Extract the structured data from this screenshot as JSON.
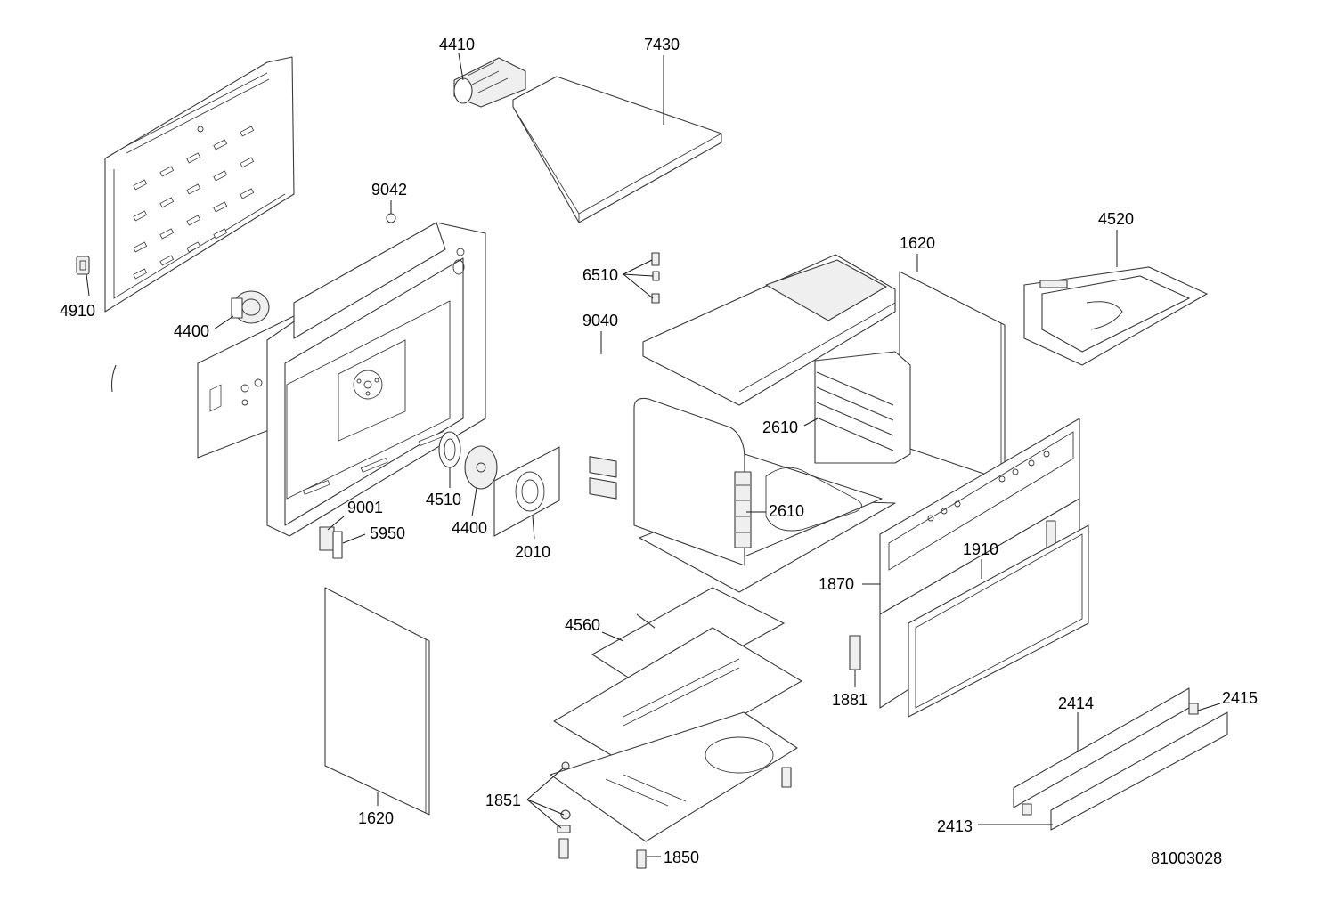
{
  "drawing": {
    "document_number": "81003028",
    "labels": {
      "l4410": "4410",
      "l7430": "7430",
      "l9042": "9042",
      "l4910": "4910",
      "l4400a": "4400",
      "l6510": "6510",
      "l9040": "9040",
      "l1620a": "1620",
      "l4520": "4520",
      "l2610a": "2610",
      "l2610b": "2610",
      "l4510": "4510",
      "l4400b": "4400",
      "l9001": "9001",
      "l5950": "5950",
      "l2010": "2010",
      "l1910": "1910",
      "l1870": "1870",
      "l4560": "4560",
      "l1881": "1881",
      "l2414": "2414",
      "l2415": "2415",
      "l1851": "1851",
      "l1620b": "1620",
      "l2413": "2413",
      "l1850": "1850"
    }
  }
}
